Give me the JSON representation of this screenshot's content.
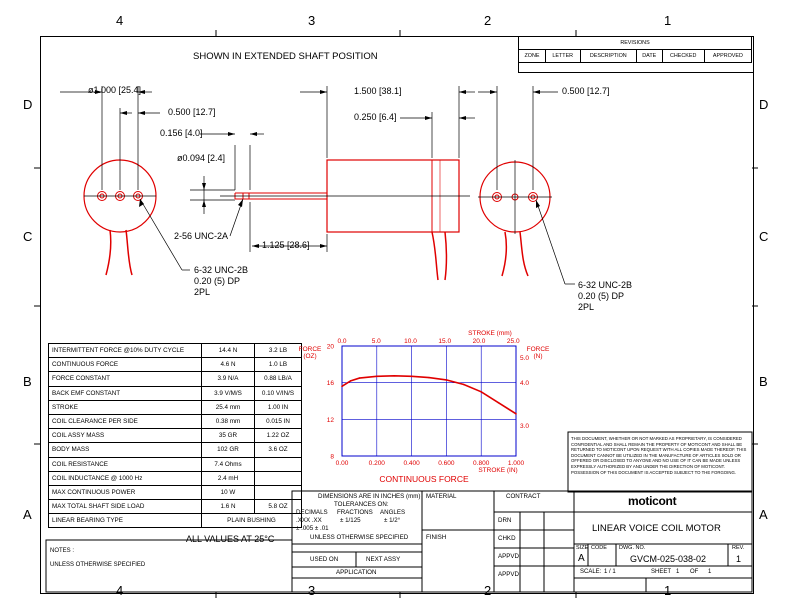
{
  "grid": {
    "columns": [
      "4",
      "3",
      "2",
      "1"
    ],
    "rows": [
      "D",
      "C",
      "B",
      "A"
    ]
  },
  "title": "SHOWN IN EXTENDED SHAFT POSITION",
  "revisions": {
    "heading": "REVISIONS",
    "columns": [
      "ZONE",
      "LETTER",
      "DESCRIPTION",
      "DATE",
      "CHECKED",
      "APPROVED"
    ]
  },
  "dimensions": {
    "dia_bolt_circle": "ø1.000 [25.4]",
    "left_spacing": "0.500 [12.7]",
    "shaft_length": "0.156 [4.0]",
    "shaft_dia": "ø0.094 [2.4]",
    "thread_shaft": "2-56 UNC-2A",
    "ext_length": "1.125 [28.6]",
    "body_length": "1.500 [38.1]",
    "end_length": "0.250 [6.4]",
    "right_spacing": "0.500 [12.7]",
    "tap_left": [
      "6-32 UNC-2B",
      "0.20 (5) DP",
      "2PL"
    ],
    "tap_right": [
      "6-32 UNC-2B",
      "0.20 (5) DP",
      "2PL"
    ]
  },
  "specs": [
    {
      "label": "INTERMITTENT FORCE @10% DUTY CYCLE",
      "si": "14.4 N",
      "us": "3.2 LB"
    },
    {
      "label": "CONTINUOUS FORCE",
      "si": "4.6 N",
      "us": "1.0 LB"
    },
    {
      "label": "FORCE CONSTANT",
      "si": "3.9 N/A",
      "us": "0.88 LB/A"
    },
    {
      "label": "BACK EMF CONSTANT",
      "si": "3.9 V/M/S",
      "us": "0.10 V/IN/S"
    },
    {
      "label": "STROKE",
      "si": "25.4 mm",
      "us": "1.00 IN"
    },
    {
      "label": "COIL CLEARANCE PER SIDE",
      "si": "0.38 mm",
      "us": "0.015 IN"
    },
    {
      "label": "COIL ASSY MASS",
      "si": "35 GR",
      "us": "1.22 OZ"
    },
    {
      "label": "BODY MASS",
      "si": "102 GR",
      "us": "3.6 OZ"
    },
    {
      "label": "COIL RESISTANCE",
      "si": "7.4 Ohms",
      "us": ""
    },
    {
      "label": "COIL INDUCTANCE @ 1000 Hz",
      "si": "2.4 mH",
      "us": ""
    },
    {
      "label": "MAX CONTINUOUS POWER",
      "si": "10 W",
      "us": ""
    },
    {
      "label": "MAX TOTAL SHAFT SIDE LOAD",
      "si": "1.6 N",
      "us": "5.8 OZ"
    },
    {
      "label": "LINEAR BEARING TYPE",
      "si": "PLAIN BUSHING",
      "us": ""
    }
  ],
  "all_values": "ALL VALUES AT 25°C",
  "notes_label": "NOTES :",
  "notes_text": "UNLESS OTHERWISE SPECIFIED",
  "chart_data": {
    "type": "line",
    "title": "CONTINUOUS FORCE",
    "x": [
      0.0,
      0.05,
      0.1,
      0.2,
      0.3,
      0.4,
      0.5,
      0.6,
      0.7,
      0.8,
      0.9,
      1.0
    ],
    "series": [
      {
        "values": [
          15.6,
          16.2,
          16.5,
          16.7,
          16.75,
          16.7,
          16.55,
          16.3,
          15.8,
          15.0,
          13.8,
          12.6
        ]
      }
    ],
    "x_ticks": [
      "0.00",
      "0.200",
      "0.400",
      "0.600",
      "0.800",
      "1.000"
    ],
    "xlim": [
      0,
      1
    ],
    "xlabel": "STROKE (IN)",
    "top_ticks": [
      "0.0",
      "5.0",
      "10.0",
      "15.0",
      "20.0",
      "25.0"
    ],
    "top_label": "STROKE (mm)",
    "ylim": [
      8,
      20
    ],
    "y_ticks": [
      "8",
      "12",
      "16",
      "20"
    ],
    "ylabel": [
      "FORCE",
      "(OZ)"
    ],
    "y2_ticks": [
      "3.0",
      "4.0",
      "5.0"
    ],
    "y2label": [
      "FORCE",
      "(N)"
    ],
    "grid": true
  },
  "title_block": {
    "dimensions_note": "DIMENSIONS ARE IN INCHES (mm)",
    "tolerances": "TOLERANCES ON:",
    "decimals": "DECIMALS",
    "fractions": "FRACTIONS",
    "angles": "ANGLES",
    "decimals_val": ".XXX  .XX",
    "fractions_val": "±  1/125",
    "angles_val": "±  1/2°",
    "decimals_tol": "± .005 ± .01",
    "unless": "UNLESS OTHERWISE SPECIFIED",
    "used_on": "USED ON",
    "next_assy": "NEXT ASSY",
    "application": "APPLICATION",
    "material": "MATERIAL",
    "finish": "FINISH",
    "contract": "CONTRACT",
    "drn": "DRN",
    "chkd": "CHKD",
    "appvd1": "APPVD",
    "appvd2": "APPVD",
    "proprietary": "THIS DOCUMENT, WHETHER OR NOT MARKED AS PROPRIETARY, IS CONSIDERED CONFIDENTIAL AND SHALL REMAIN THE PROPERTY OF MOTICONT AND SHALL BE RETURNED TO MOTICONT UPON REQUEST WITH ALL COPIES MADE THEREOF. THIS DOCUMENT CANNOT BE UTILIZED IN THE MANUFACTURE OF ARTICLES SOLD OR OFFERED OR DISCLOSED TO ANYONE AND NO USE OF IT CAN BE MADE UNLESS EXPRESSLY AUTHORIZED BY AND UNDER THE DIRECTION OF MOTICONT. POSSESSION OF THIS DOCUMENT IS ACCEPTED SUBJECT TO THE FORGOING.",
    "company": "moticont",
    "drawing_title": "LINEAR VOICE COIL MOTOR",
    "size_label": "SIZE",
    "size_val": "A",
    "code_label": "CODE",
    "dwg_no_label": "DWG. NO.",
    "dwg_no": "GVCM-025-038-02",
    "rev_label": "REV.",
    "rev_val": "1",
    "scale_label": "SCALE:",
    "scale_val": "1  /  1",
    "sheet_label": "SHEET",
    "sheet_val": "1",
    "of_label": "OF",
    "of_val": "1"
  }
}
